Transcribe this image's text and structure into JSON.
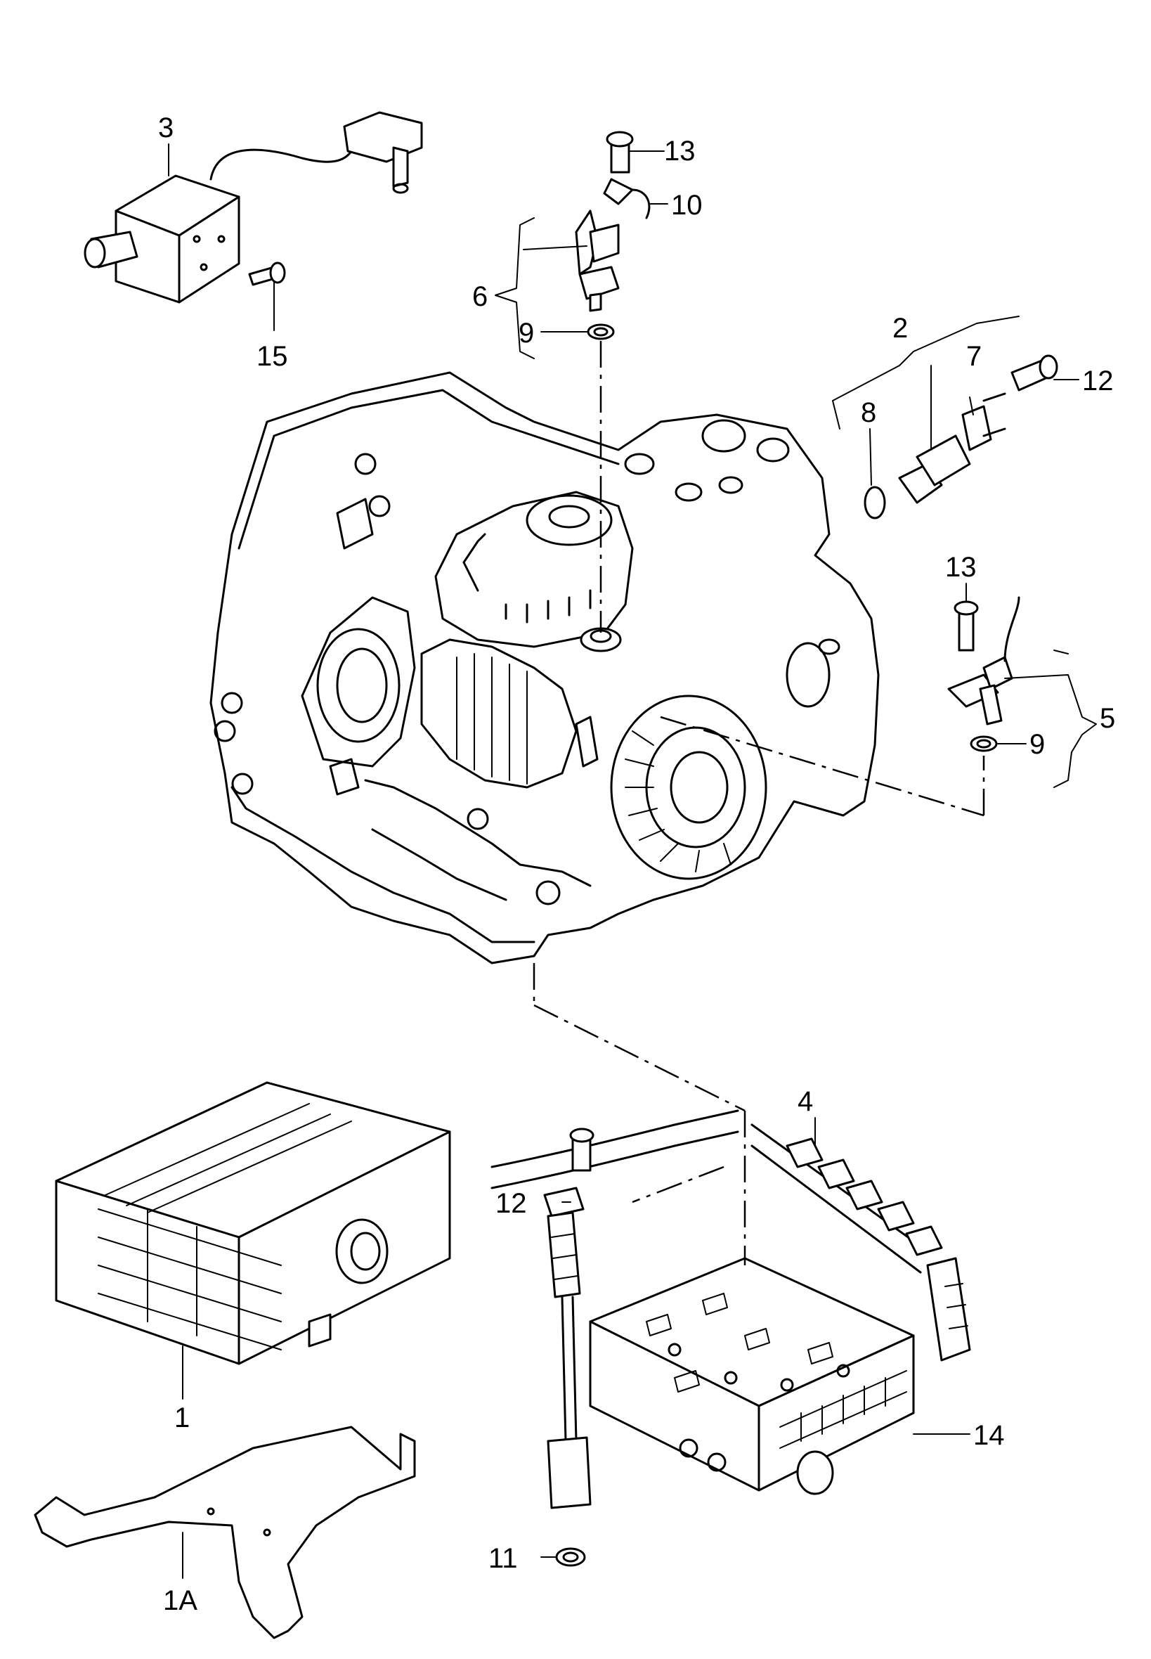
{
  "parts": [
    {
      "id": "p1",
      "label": "1"
    },
    {
      "id": "p1a",
      "label": "1A"
    },
    {
      "id": "p2",
      "label": "2"
    },
    {
      "id": "p3",
      "label": "3"
    },
    {
      "id": "p4",
      "label": "4"
    },
    {
      "id": "p5",
      "label": "5"
    },
    {
      "id": "p6",
      "label": "6"
    },
    {
      "id": "p7",
      "label": "7"
    },
    {
      "id": "p8",
      "label": "8"
    },
    {
      "id": "p9a",
      "label": "9"
    },
    {
      "id": "p9b",
      "label": "9"
    },
    {
      "id": "p10",
      "label": "10"
    },
    {
      "id": "p11",
      "label": "11"
    },
    {
      "id": "p12a",
      "label": "12"
    },
    {
      "id": "p12b",
      "label": "12"
    },
    {
      "id": "p13a",
      "label": "13"
    },
    {
      "id": "p13b",
      "label": "13"
    },
    {
      "id": "p14",
      "label": "14"
    },
    {
      "id": "p15",
      "label": "15"
    }
  ]
}
